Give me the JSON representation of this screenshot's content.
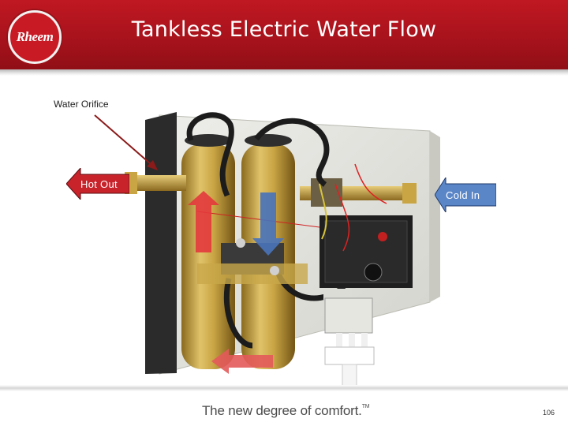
{
  "header": {
    "logo_text": "Rheem",
    "title": "Tankless Electric Water Flow"
  },
  "callouts": {
    "water_orifice": "Water Orifice",
    "hot_out": "Hot Out",
    "cold_in": "Cold In"
  },
  "colors": {
    "brand_red": "#b5141e",
    "hot_arrow": "#d8282e",
    "cold_arrow": "#4a73b8"
  },
  "footer": {
    "tagline": "The new degree of comfort.",
    "trademark": "TM",
    "page_number": "106"
  }
}
